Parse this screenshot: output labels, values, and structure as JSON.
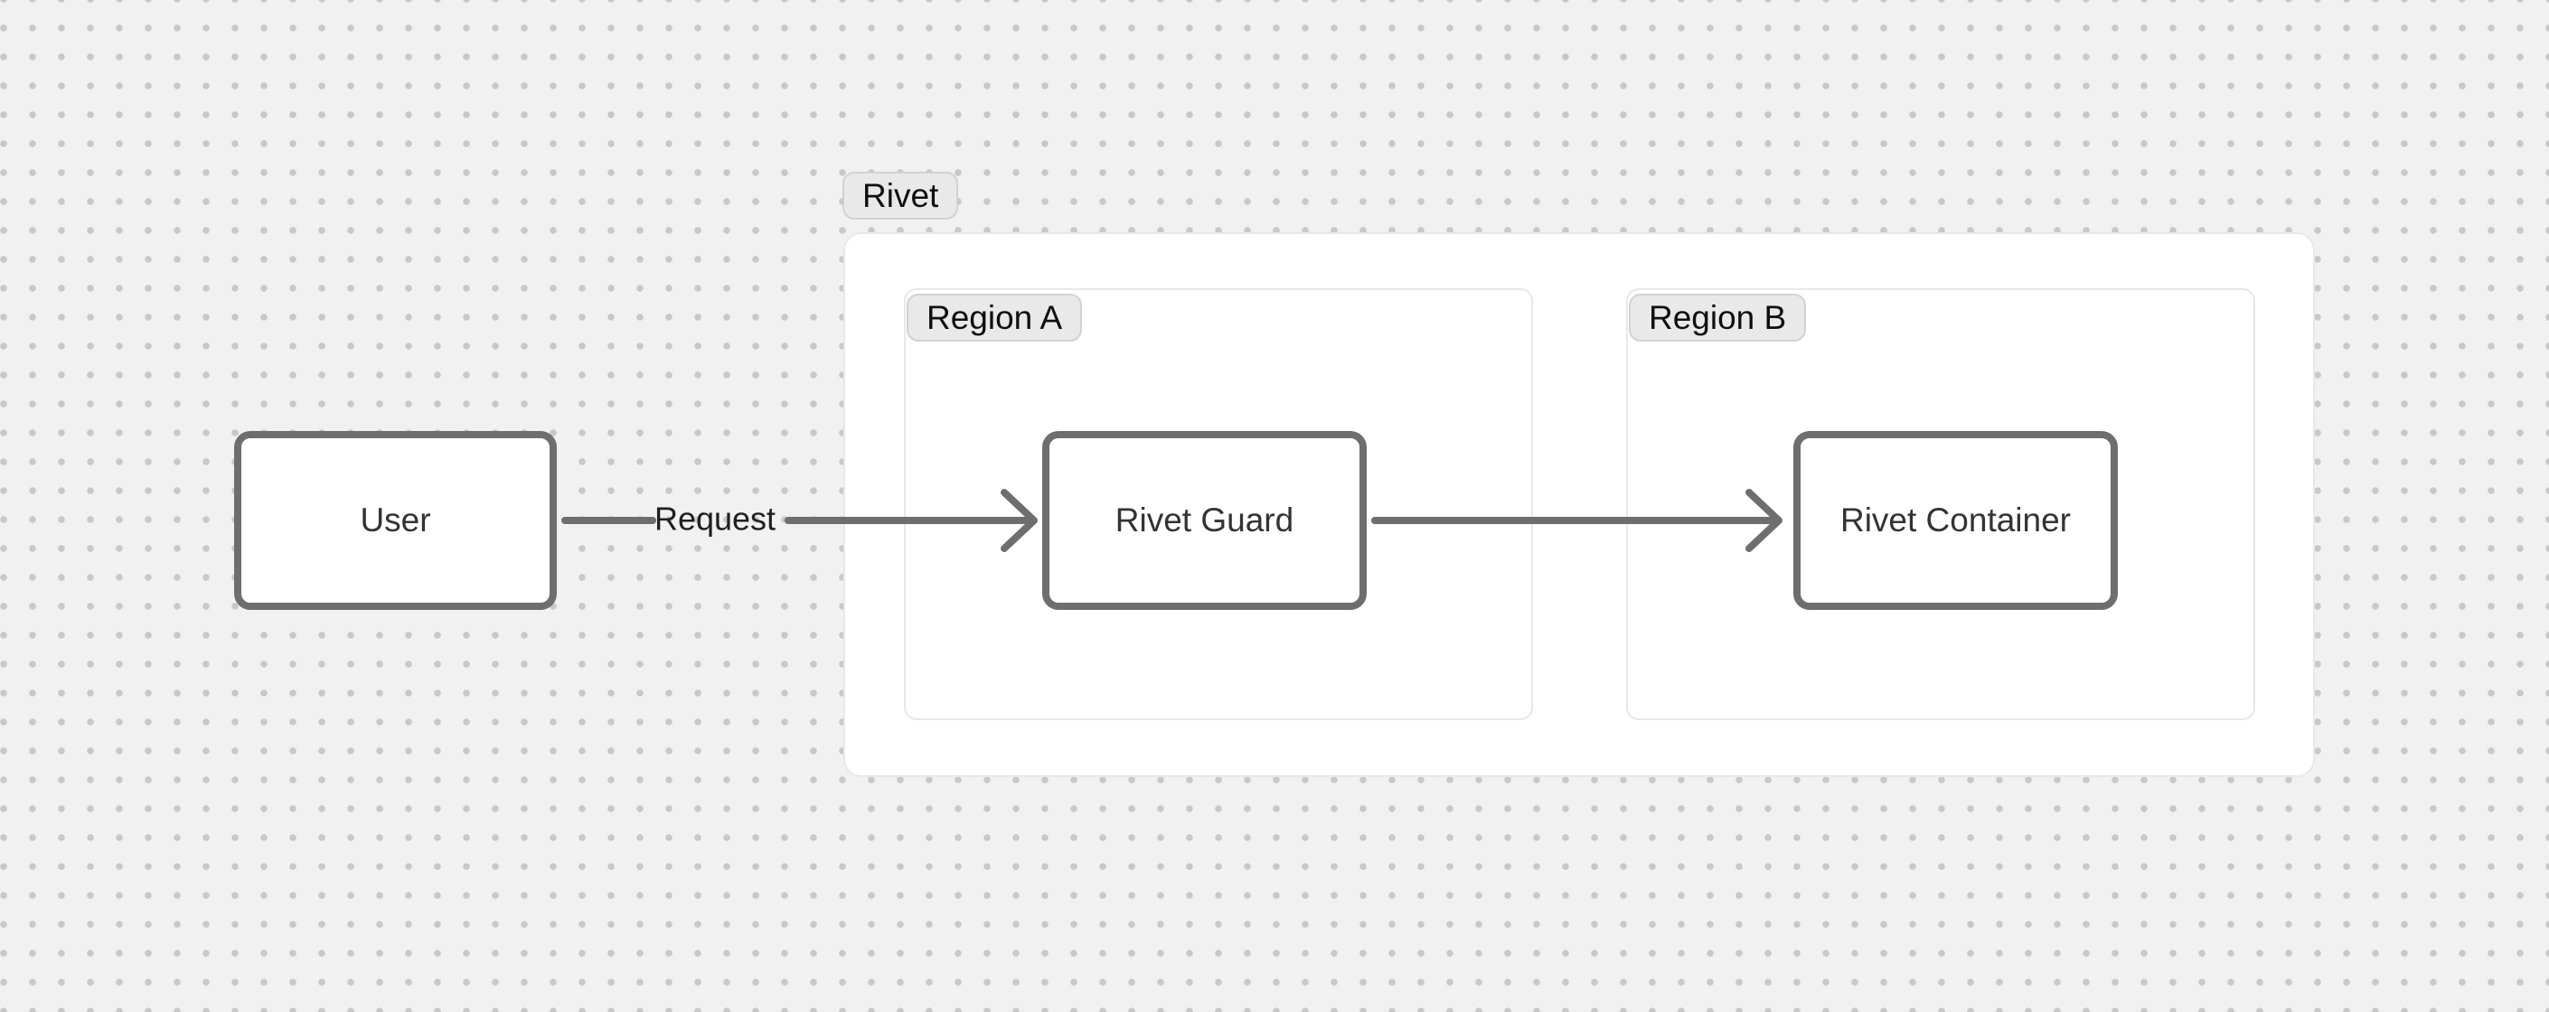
{
  "diagram": {
    "rivet_group": {
      "label": "Rivet"
    },
    "regions": [
      {
        "label": "Region A",
        "node": {
          "label": "Rivet Guard"
        }
      },
      {
        "label": "Region B",
        "node": {
          "label": "Rivet Container"
        }
      }
    ],
    "external_node": {
      "label": "User"
    },
    "edges": [
      {
        "from": "User",
        "to": "Rivet Guard",
        "label": "Request"
      },
      {
        "from": "Rivet Guard",
        "to": "Rivet Container",
        "label": ""
      }
    ],
    "colors": {
      "canvas_bg": "#f1f1f1",
      "dot": "#c8c8c8",
      "node_border": "#6e6e6e",
      "node_text": "#333333",
      "edge": "#6e6e6e",
      "edge_label_text": "#1f1f1f",
      "group_border": "#e8e8e8",
      "group_bg": "#ffffff",
      "badge_bg": "#e9e9e9",
      "badge_border": "#d2d2d2",
      "badge_text": "#0f0f0f"
    }
  }
}
